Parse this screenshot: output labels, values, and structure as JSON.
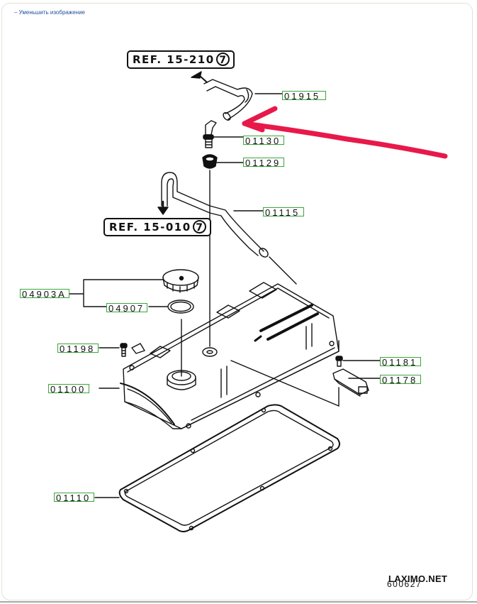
{
  "page": {
    "reduce_link": "– Уменьшить изображение"
  },
  "references": [
    {
      "id": "ref-top",
      "text": "REF. 15-210",
      "circle": "7"
    },
    {
      "id": "ref-mid",
      "text": "REF. 15-010",
      "circle": "7"
    }
  ],
  "parts": [
    {
      "code": "01915",
      "name": "hose"
    },
    {
      "code": "01130",
      "name": "pcv-valve"
    },
    {
      "code": "01129",
      "name": "grommet"
    },
    {
      "code": "01115",
      "name": "breather-hose"
    },
    {
      "code": "04903A",
      "name": "oil-filler-cap-assembly"
    },
    {
      "code": "04907",
      "name": "filler-cap-gasket"
    },
    {
      "code": "01198",
      "name": "bolt"
    },
    {
      "code": "01181",
      "name": "bolt"
    },
    {
      "code": "01178",
      "name": "bracket"
    },
    {
      "code": "01100",
      "name": "rocker-cover"
    },
    {
      "code": "01110",
      "name": "rocker-cover-gasket"
    }
  ],
  "annotation": {
    "color": "#e8194a",
    "meaning": "hand-drawn arrow pointing at hose 01915"
  },
  "footer": {
    "watermark": "LAXIMO.NET",
    "diagram_code": "600627"
  },
  "colors": {
    "label_border": "#3aa63a",
    "link": "#1f4e9b",
    "frame": "#e2e2d6"
  }
}
